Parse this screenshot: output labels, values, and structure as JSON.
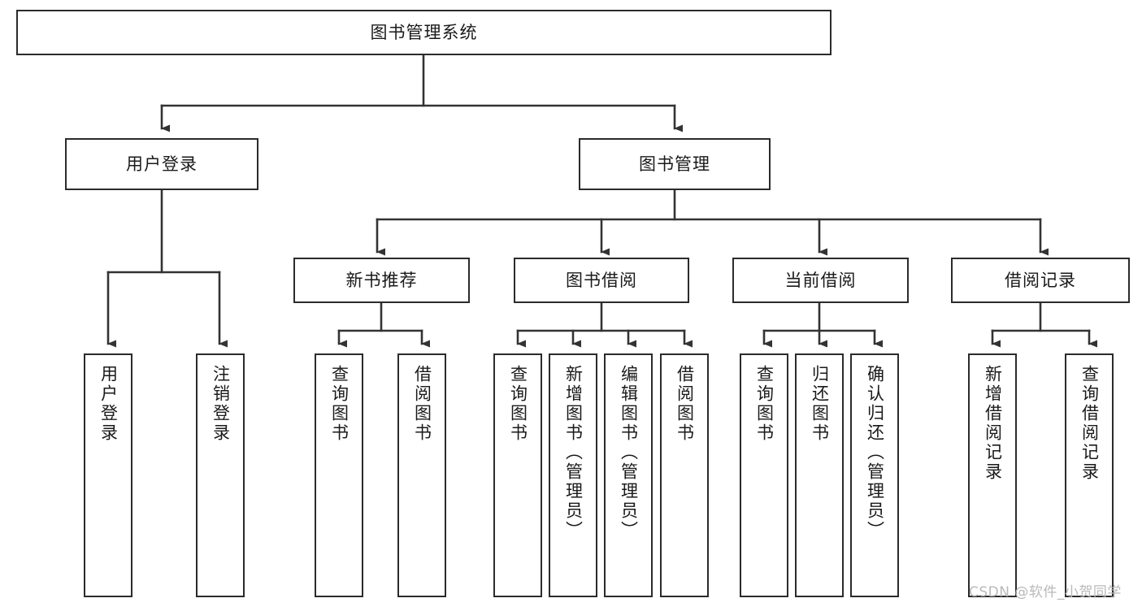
{
  "diagram": {
    "title": "图书管理系统",
    "root": {
      "label": "图书管理系统"
    },
    "level1": [
      {
        "label": "用户登录"
      },
      {
        "label": "图书管理"
      }
    ],
    "level2": [
      {
        "label": "新书推荐"
      },
      {
        "label": "图书借阅"
      },
      {
        "label": "当前借阅"
      },
      {
        "label": "借阅记录"
      }
    ],
    "leaves": {
      "user_login": [
        {
          "label": "用户登录"
        },
        {
          "label": "注销登录"
        }
      ],
      "new_book_recommend": [
        {
          "label": "查询图书"
        },
        {
          "label": "借阅图书"
        }
      ],
      "book_borrow": [
        {
          "label": "查询图书"
        },
        {
          "label": "新增图书（管理员）"
        },
        {
          "label": "编辑图书（管理员）"
        },
        {
          "label": "借阅图书"
        }
      ],
      "current_borrow": [
        {
          "label": "查询图书"
        },
        {
          "label": "归还图书"
        },
        {
          "label": "确认归还（管理员）"
        }
      ],
      "borrow_record": [
        {
          "label": "新增借阅记录"
        },
        {
          "label": "查询借阅记录"
        }
      ]
    }
  },
  "watermark": {
    "text": "CSDN @软件_小贺同学"
  },
  "colors": {
    "box_border": "#2b2b2b",
    "box_fill": "#ffffff",
    "connector": "#333333",
    "text": "#1a1a1a",
    "watermark": "#b9b9b9"
  }
}
